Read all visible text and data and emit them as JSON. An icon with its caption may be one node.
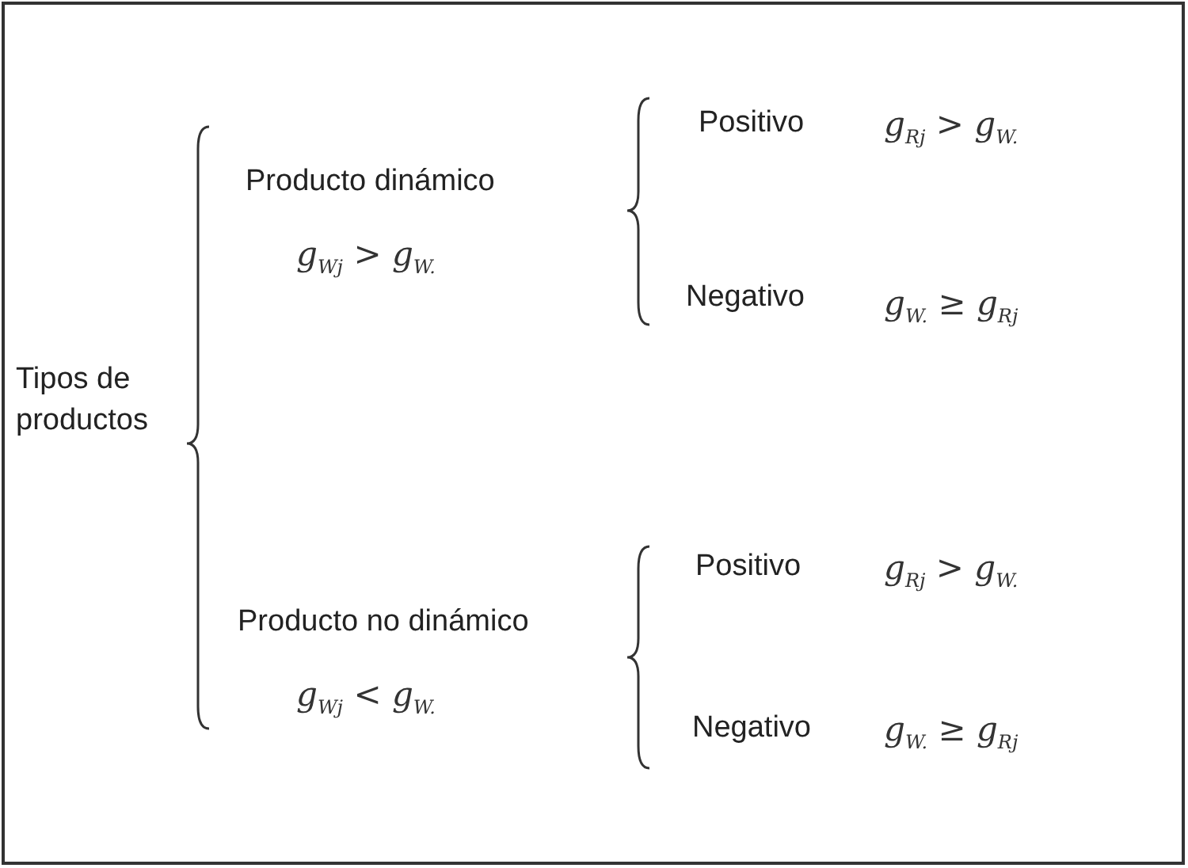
{
  "diagram": {
    "labels": [
      "Positivo",
      "g$_{Rj}$ > g$_{W.}$",
      "Producto dinámico",
      "g$_{Wj}$ > g$_{W.}$",
      "Negativo",
      "g$_{W.}$ ≥ g$_{Rj}$",
      "Tipos de productos",
      "Positivo",
      "g$_{Rj}$ > g$_{W.}$",
      "Producto no dinámico",
      "g$_{Wj}$ < g$_{W.}$",
      "Negativo",
      "g$_{W.}$ ≥ g$_{Rj}$"
    ]
  }
}
